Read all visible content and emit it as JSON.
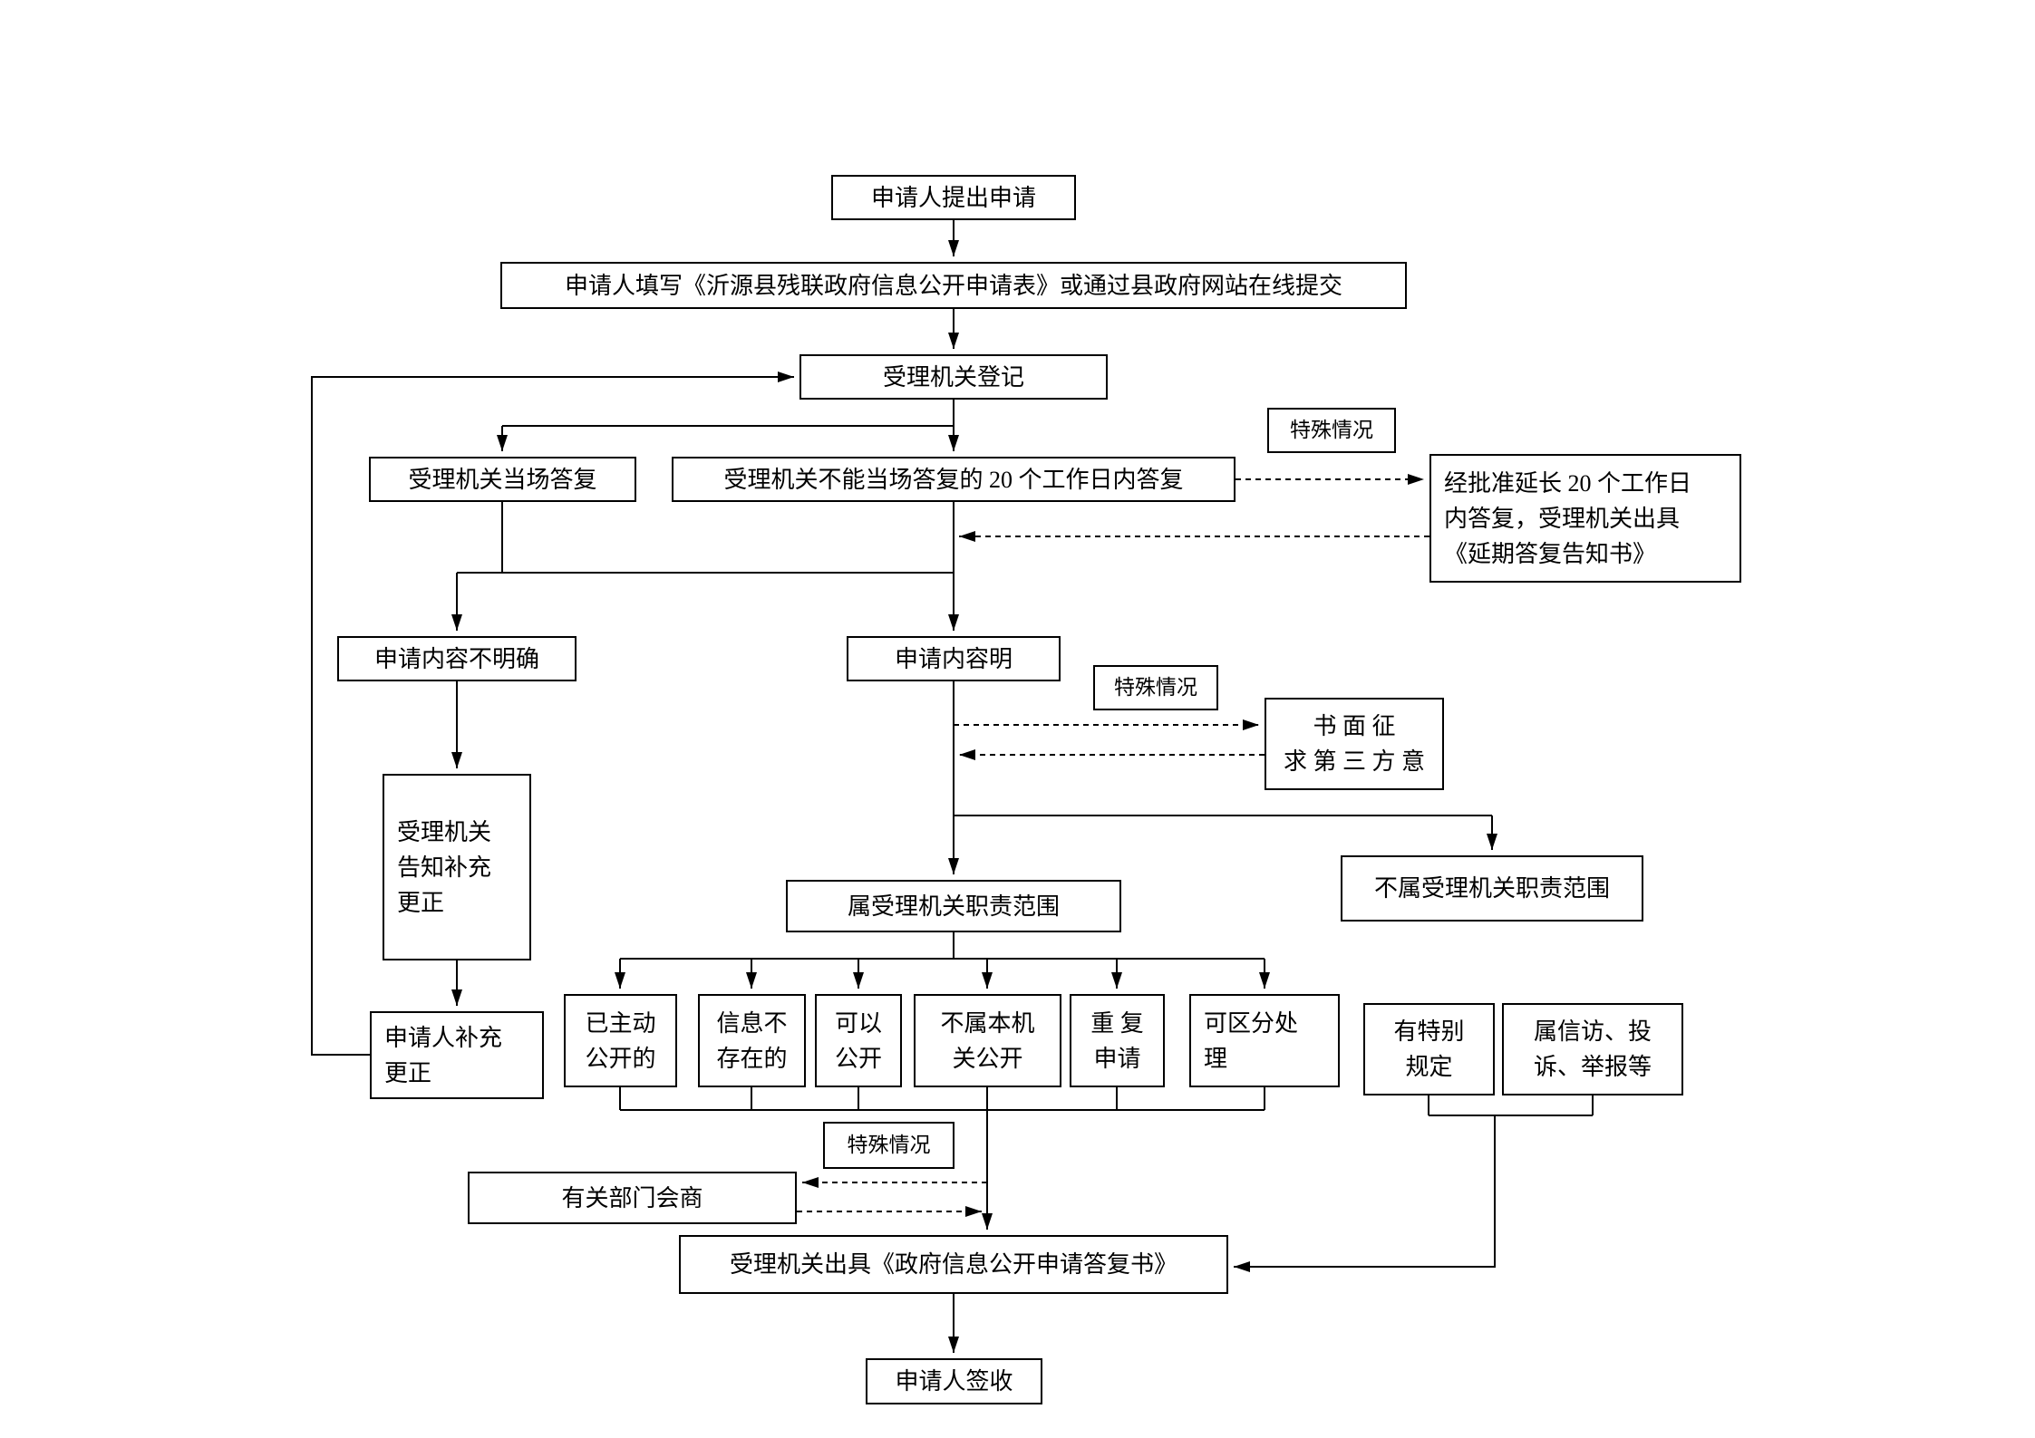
{
  "flowchart": {
    "nodes": {
      "apply": "申请人提出申请",
      "fill_form": "申请人填写《沂源县残联政府信息公开申请表》或通过县政府网站在线提交",
      "register": "受理机关登记",
      "onspot_reply": "受理机关当场答复",
      "within20_reply": "受理机关不能当场答复的 20 个工作日内答复",
      "special_case_1": "特殊情况",
      "extension": "经批准延长 20 个工作日\n内答复，受理机关出具\n《延期答复告知书》",
      "content_unclear": "申请内容不明确",
      "content_clear": "申请内容明",
      "special_case_2": "特殊情况",
      "third_party": "书 面 征\n求 第 三 方 意",
      "notify_supplement": "受理机关\n告知补充\n更正",
      "applicant_supplement": "申请人补充\n更正",
      "in_scope": "属受理机关职责范围",
      "out_of_scope": "不属受理机关职责范围",
      "already_public": "已主动\n公开的",
      "info_not_exist": "信息不\n存在的",
      "can_disclose": "可以\n公开",
      "not_this_organ": "不属本机\n关公开",
      "repeated_request": "重 复\n申请",
      "divisible_handling": "可区分处\n理",
      "special_provisions": "有特别\n规定",
      "petition_complaint": "属信访、投\n诉、举报等",
      "special_case_3": "特殊情况",
      "dept_consultation": "有关部门会商",
      "issue_reply": "受理机关出具《政府信息公开申请答复书》",
      "sign_receipt": "申请人签收"
    }
  }
}
